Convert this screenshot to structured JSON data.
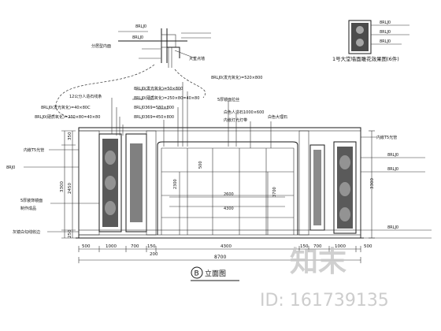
{
  "title": {
    "circle_letter": "B",
    "label": "立面图"
  },
  "detail_top": {
    "codes": [
      "8RLJ0",
      "8RLJ0"
    ],
    "note_a": "分居型内面",
    "note_b": "大堂点墙"
  },
  "detail_right": {
    "title": "1号大堂墙面雕花效果图(6件)",
    "codes": [
      "8RLJ0",
      "8RLJ0",
      "8RLJ0"
    ]
  },
  "callouts_top": [
    "12公分人造石线条",
    "8RLJ0(发光氧化)=40×80C",
    "8RLJ0(硬质氧化)=230×80=40×80",
    "8RLJ0(发光氧化)=50×800",
    "8RLJ0(发光氧化)=520×800",
    "8RLJ0(硬质氧化)=250×80=40×80",
    "8RLJ0369=580×800",
    "8RLJ0369=450×800",
    "5厚镜面拉丝",
    "白色人造石1000×600",
    "内嵌灯光灯带",
    "白色大理石"
  ],
  "callouts_left": [
    "内嵌T5光管",
    "8RJ0",
    "5厚装饰镜面",
    "制作成品",
    "灰镜白勾线收边"
  ],
  "callouts_right": [
    "内嵌T5光管",
    "8RLJ0",
    "8RLJ0",
    "8RLJ0"
  ],
  "dims_bottom": [
    "500",
    "1000",
    "700",
    "150",
    "4300",
    "150",
    "700",
    "1000",
    "500"
  ],
  "dims_bottom_sub": [
    "200"
  ],
  "dims_total": "8700",
  "dims_left": [
    "350",
    "2450",
    "250"
  ],
  "dims_left_total": "3300",
  "dims_right_total": "3300",
  "dims_inner": [
    "500",
    "2300",
    "2600",
    "4300",
    "3700"
  ],
  "watermark": {
    "logo": "知末",
    "id_label": "ID: 161739135"
  }
}
